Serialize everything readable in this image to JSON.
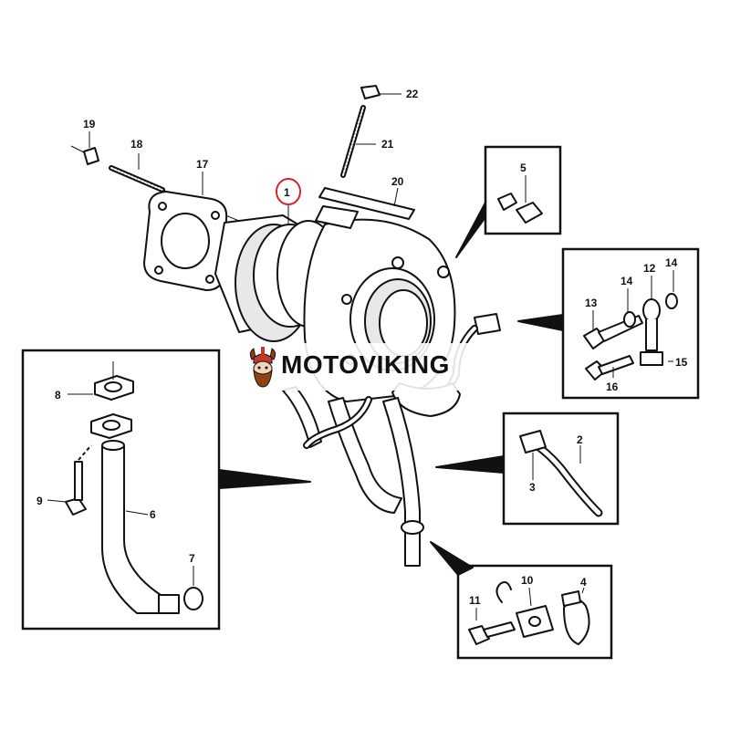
{
  "callouts": {
    "c1": "1",
    "c2": "2",
    "c3": "3",
    "c4": "4",
    "c5": "5",
    "c6": "6",
    "c7": "7",
    "c8": "8",
    "c9": "9",
    "c10": "10",
    "c11": "11",
    "c12": "12",
    "c13": "13",
    "c14a": "14",
    "c14b": "14",
    "c15": "15",
    "c16": "16",
    "c17": "17",
    "c18": "18",
    "c19": "19",
    "c20": "20",
    "c21": "21",
    "c22": "22"
  },
  "watermark": {
    "text": "MOTOVIKING"
  },
  "colors": {
    "highlight_circle": "#d9232d",
    "ink": "#111111",
    "logo_red": "#c0392b",
    "logo_brown": "#8b4513"
  }
}
